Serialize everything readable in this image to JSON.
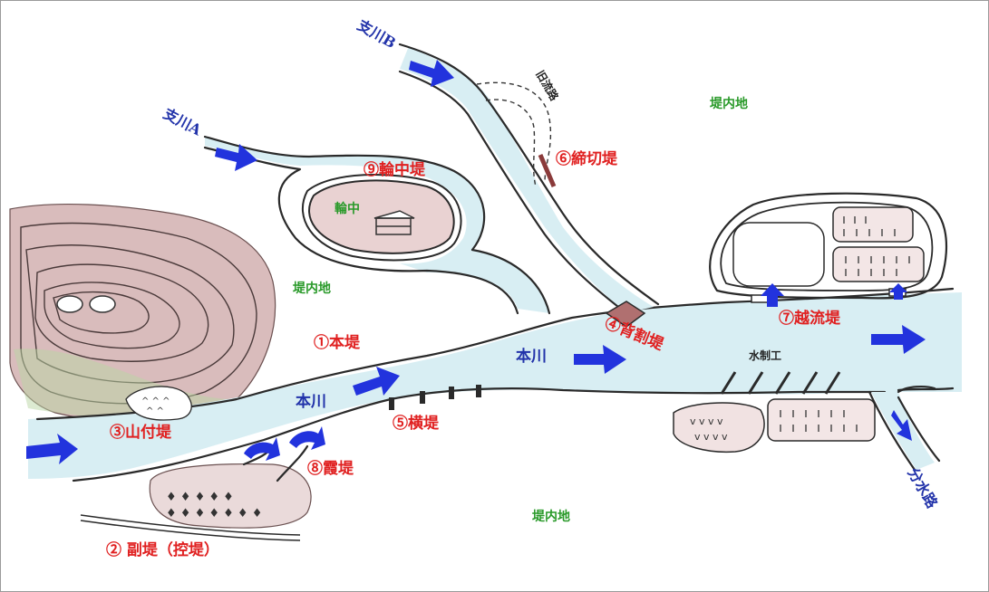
{
  "labels": {
    "levee_main": "①本堤",
    "levee_mountain": "③山付堤",
    "levee_stone": "⑤横堤",
    "levee_ring": "⑨輪中堤",
    "levee_cutoff": "⑥締切堤",
    "levee_back": "④背割堤",
    "levee_overflow": "⑦越流堤",
    "levee_kasumi": "⑧霞堤",
    "levee_sub": "② 副堤（控堤）",
    "river_main_1": "本川",
    "river_main_2": "本川",
    "tributary_a": "支川A",
    "tributary_b": "支川B",
    "old_channel": "旧流路",
    "wajuu": "輪中",
    "inner_1": "堤内地",
    "inner_2": "堤内地",
    "inner_3": "堤内地",
    "weir": "水制工",
    "diversion": "分水路"
  },
  "colors": {
    "water": "#d8eef3",
    "arrow": "#2233dd",
    "label_red": "#e02020",
    "label_blue": "#2233aa",
    "label_green": "#2a9a2a",
    "mountain": "#c8a8a8",
    "farm": "#ead8d8"
  },
  "icons": [
    "flow-arrow-icon",
    "house-icon",
    "tree-icon",
    "field-icon"
  ]
}
